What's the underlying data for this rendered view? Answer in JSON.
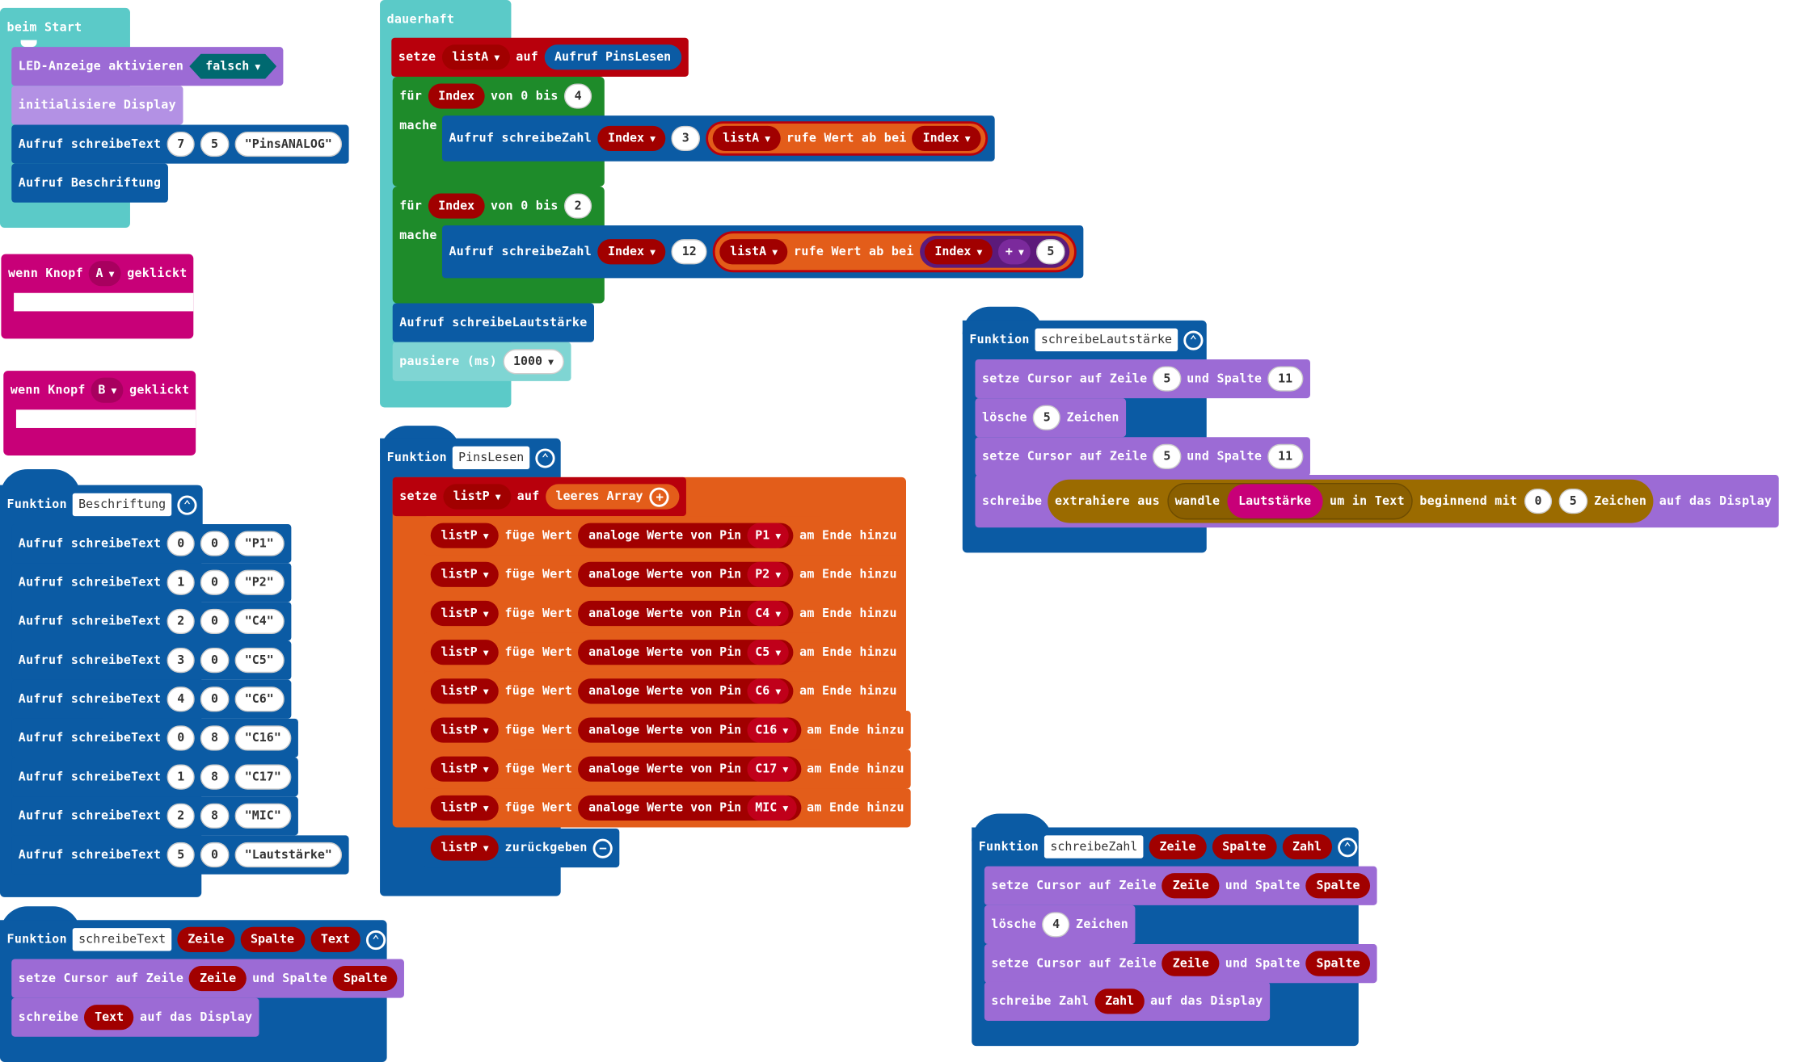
{
  "blocks": {
    "on_start": {
      "hat": "beim Start",
      "led": "LED-Anzeige aktivieren",
      "led_value": "falsch",
      "init": "initialisiere Display",
      "call": "Aufruf schreibeText",
      "call_args": [
        "7",
        "5"
      ],
      "call_text": "\"PinsANALOG\"",
      "call2": "Aufruf Beschriftung"
    },
    "forever": {
      "hat": "dauerhaft",
      "setze": "setze",
      "var_listA": "listA",
      "auf": "auf",
      "call_pins": "Aufruf PinsLesen",
      "fur": "für",
      "var_index": "Index",
      "von_bis": "von 0 bis",
      "limit1": "4",
      "limit2": "2",
      "mache": "mache",
      "call_zahl": "Aufruf schreibeZahl",
      "num3": "3",
      "num12": "12",
      "rufe": "rufe Wert ab bei",
      "plus": "+",
      "num5": "5",
      "call_laut": "Aufruf schreibeLautstärke",
      "pause": "pausiere (ms)",
      "pause_value": "1000"
    },
    "button_a": {
      "wenn": "wenn Knopf",
      "btn": "A",
      "geklickt": "geklickt"
    },
    "button_b": {
      "wenn": "wenn Knopf",
      "btn": "B",
      "geklickt": "geklickt"
    },
    "fn_beschriftung": {
      "funktion": "Funktion",
      "name": "Beschriftung",
      "call": "Aufruf schreibeText",
      "rows": [
        {
          "a": "0",
          "b": "0",
          "text": "\"P1\""
        },
        {
          "a": "1",
          "b": "0",
          "text": "\"P2\""
        },
        {
          "a": "2",
          "b": "0",
          "text": "\"C4\""
        },
        {
          "a": "3",
          "b": "0",
          "text": "\"C5\""
        },
        {
          "a": "4",
          "b": "0",
          "text": "\"C6\""
        },
        {
          "a": "0",
          "b": "8",
          "text": "\"C16\""
        },
        {
          "a": "1",
          "b": "8",
          "text": "\"C17\""
        },
        {
          "a": "2",
          "b": "8",
          "text": "\"MIC\""
        },
        {
          "a": "5",
          "b": "0",
          "text": "\"Lautstärke\""
        }
      ]
    },
    "fn_pinslesen": {
      "funktion": "Funktion",
      "name": "PinsLesen",
      "setze": "setze",
      "var": "listP",
      "auf": "auf",
      "leeres": "leeres Array",
      "fuge": "füge Wert",
      "analog": "analoge Werte von Pin",
      "hinzu": "am Ende hinzu",
      "pins": [
        "P1",
        "P2",
        "C4",
        "C5",
        "C6",
        "C16",
        "C17",
        "MIC"
      ],
      "return": "zurückgeben"
    },
    "fn_schreibetext": {
      "funktion": "Funktion",
      "name": "schreibeText",
      "params": [
        "Zeile",
        "Spalte",
        "Text"
      ],
      "setze_cursor": "setze Cursor auf Zeile",
      "und_spalte": "und Spalte",
      "schreibe": "schreibe",
      "auf_display": "auf das Display"
    },
    "fn_schreibelautstaerke": {
      "funktion": "Funktion",
      "name": "schreibeLautstärke",
      "setze_cursor": "setze Cursor auf Zeile",
      "und_spalte": "und Spalte",
      "row": "5",
      "col": "11",
      "losche": "lösche",
      "losche_n": "5",
      "zeichen": "Zeichen",
      "schreibe": "schreibe",
      "extrahiere": "extrahiere aus",
      "wandle": "wandle",
      "laut": "Lautstärke",
      "um_text": "um in Text",
      "beginnend": "beginnend mit",
      "start": "0",
      "len": "5",
      "auf_display": "auf das Display"
    },
    "fn_schreibezahl": {
      "funktion": "Funktion",
      "name": "schreibeZahl",
      "params": [
        "Zeile",
        "Spalte",
        "Zahl"
      ],
      "setze_cursor": "setze Cursor auf Zeile",
      "und_spalte": "und Spalte",
      "losche": "lösche",
      "losche_n": "4",
      "zeichen": "Zeichen",
      "schreibe_zahl": "schreibe Zahl",
      "auf_display": "auf das Display"
    }
  },
  "colors": {
    "basic": "#5bcac8",
    "purple": "#9c6bd5",
    "blue": "#0b5ba4",
    "green": "#1e8b2a",
    "pink": "#c80078",
    "orange": "#e35d1a",
    "darkred": "#a10000",
    "teal": "#006970",
    "gold": "#9b6b00"
  }
}
